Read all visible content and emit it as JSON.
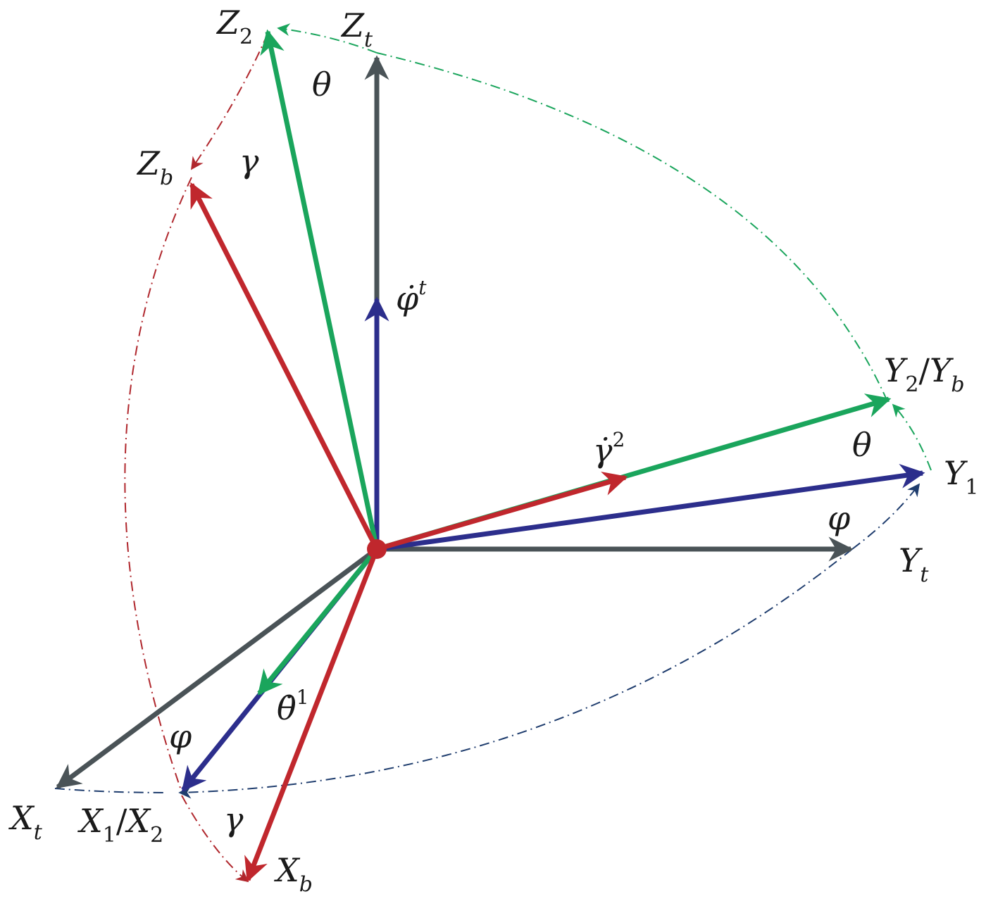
{
  "colors": {
    "gray": "#4a5357",
    "green": "#1aa55c",
    "red": "#c0272d",
    "blue": "#2c2e8c",
    "arc_red": "#b0272d",
    "arc_green": "#1aa55c",
    "arc_blue": "#1f3d6e"
  },
  "axes": {
    "Zt": {
      "base": "Z",
      "sub": "t"
    },
    "Z2": {
      "base": "Z",
      "sub": "2"
    },
    "Zb": {
      "base": "Z",
      "sub": "b"
    },
    "Y2Yb": {
      "base1": "Y",
      "sub1": "2",
      "sep": "/",
      "base2": "Y",
      "sub2": "b"
    },
    "Y1": {
      "base": "Y",
      "sub": "1"
    },
    "Yt": {
      "base": "Y",
      "sub": "t"
    },
    "Xt": {
      "base": "X",
      "sub": "t"
    },
    "X1X2": {
      "base1": "X",
      "sub1": "1",
      "sep": "/",
      "base2": "X",
      "sub2": "2"
    },
    "Xb": {
      "base": "X",
      "sub": "b"
    }
  },
  "angles": {
    "theta": "θ",
    "gamma": "γ",
    "phi": "φ"
  },
  "rates": {
    "phi_dot": {
      "symbol": "φ̇",
      "sup": "t"
    },
    "gamma_dot": {
      "symbol": "γ̇",
      "sup": "2"
    },
    "theta_dot": {
      "symbol": "θ̇",
      "sup": "1"
    }
  }
}
